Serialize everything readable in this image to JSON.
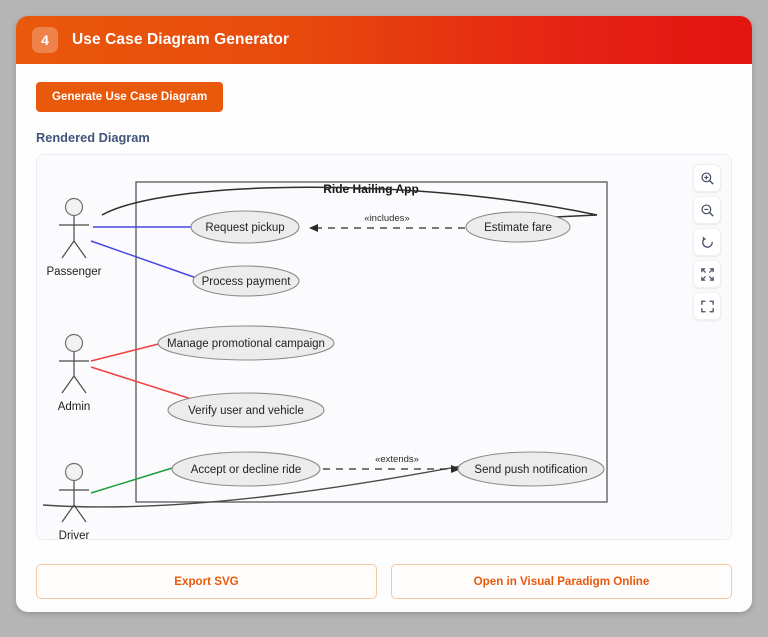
{
  "page": {
    "background_color": "#b5b5b5"
  },
  "header": {
    "step_number": "4",
    "title": "Use Case Diagram Generator",
    "gradient_from": "#e8590c",
    "gradient_to": "#e4150f"
  },
  "toolbar": {
    "generate_label": "Generate Use Case Diagram",
    "accent_color": "#e8590c"
  },
  "section": {
    "rendered_label": "Rendered Diagram",
    "label_color": "#41557a"
  },
  "zoom_controls": {
    "buttons": [
      {
        "name": "zoom-in-icon",
        "tooltip": "Zoom in"
      },
      {
        "name": "zoom-out-icon",
        "tooltip": "Zoom out"
      },
      {
        "name": "reset-icon",
        "tooltip": "Reset"
      },
      {
        "name": "fit-to-screen-icon",
        "tooltip": "Fit to screen"
      },
      {
        "name": "fullscreen-icon",
        "tooltip": "Fullscreen"
      }
    ]
  },
  "footer": {
    "export_label": "Export SVG",
    "open_online_label": "Open in Visual Paradigm Online",
    "border_color": "#f5c8a4",
    "text_color": "#e8590c"
  },
  "diagram": {
    "system_title": "Ride Hailing App",
    "actors": [
      {
        "label": "Passenger",
        "line_color": "#4646e0"
      },
      {
        "label": "Admin",
        "line_color": "#f04040"
      },
      {
        "label": "Driver",
        "line_color": "#1f9c3c"
      }
    ],
    "use_cases": [
      {
        "label": "Request pickup"
      },
      {
        "label": "Estimate fare"
      },
      {
        "label": "Process payment"
      },
      {
        "label": "Manage promotional campaign"
      },
      {
        "label": "Verify user and vehicle"
      },
      {
        "label": "Accept or decline ride"
      },
      {
        "label": "Send push notification"
      }
    ],
    "relations": [
      {
        "stereotype": "«includes»",
        "from": "Estimate fare",
        "to": "Request pickup"
      },
      {
        "stereotype": "«extends»",
        "from": "Accept or decline ride",
        "to": "Send push notification"
      }
    ],
    "ellipse_fill": "#ececec",
    "ellipse_stroke": "#8c8c8c"
  }
}
